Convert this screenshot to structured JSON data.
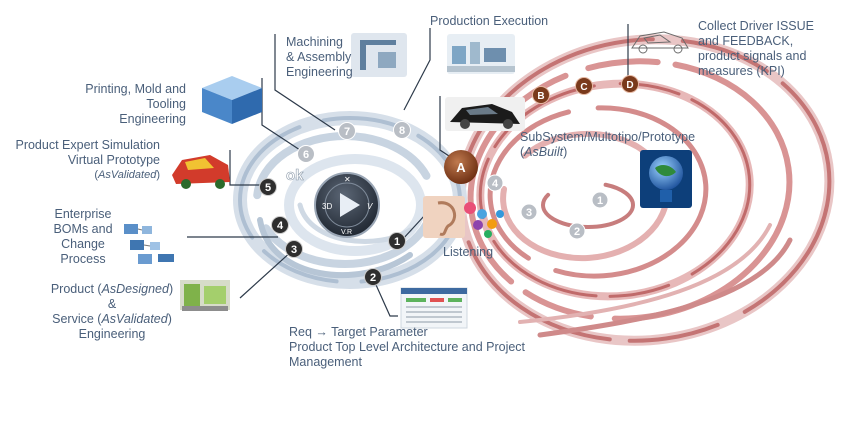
{
  "labels": {
    "production_execution": "Production Execution",
    "machining_line1": "Machining",
    "machining_line2": "& Assembly",
    "machining_line3": "Engineering",
    "collect_line1": "Collect Driver ISSUE",
    "collect_line2": "and FEEDBACK,",
    "collect_line3": "product signals and",
    "collect_line4": "measures (KPI)",
    "printing_line1": "Printing, Mold and",
    "printing_line2": "Tooling",
    "printing_line3": "Engineering",
    "expert_line1": "Product  Expert Simulation",
    "expert_line2": "Virtual Prototype",
    "expert_line3": "AsValidated",
    "enterprise_line1": "Enterprise",
    "enterprise_line2": "BOMs and",
    "enterprise_line3": "Change",
    "enterprise_line4": "Process",
    "product_as_pre": "Product (",
    "product_as_ital": "AsDesigned",
    "product_as_post": ")",
    "amp": "&",
    "service_pre": "Service (",
    "service_ital": "AsValidated",
    "service_post": ")",
    "engineering": "Engineering",
    "subsystem_line1": "SubSystem/Multotipo/Prototype",
    "subsystem_line2": "AsBuilt",
    "listening": "Listening",
    "req_line1": "Req → Target Parameter",
    "req_line2": "Product Top Level Architecture and Project",
    "req_line3": "Management",
    "ok": "ok",
    "logo_3d": "3D",
    "logo_vr": "V.R",
    "logo_v": "V"
  },
  "steps_dark": [
    "1",
    "2",
    "3",
    "4",
    "5"
  ],
  "steps_light": [
    "6",
    "7",
    "8"
  ],
  "steps_right": [
    "4",
    "3",
    "2",
    "1"
  ],
  "milestones": [
    "A",
    "B",
    "C",
    "D"
  ],
  "colors": {
    "text": "#4a5f7a",
    "dark_node": "#2e2e2e",
    "light_node": "#b9bec5",
    "milestone": "#7a3a1c",
    "right_ring": "#c97a7a",
    "left_ring": "#c2cedb"
  },
  "icons": [
    "3dexperience-logo",
    "car-icon",
    "ear-icon",
    "globe-icon",
    "crane-icon",
    "factory-icon"
  ]
}
